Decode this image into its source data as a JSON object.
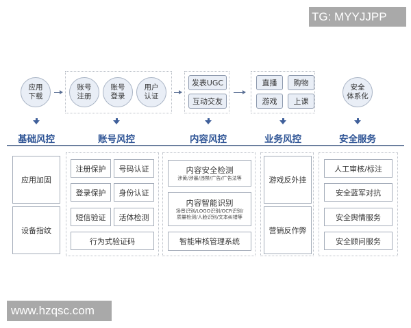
{
  "watermarks": {
    "top_right": "TG: MYYJJPP",
    "bottom_left": "www.hzqsc.com"
  },
  "colors": {
    "category_text": "#2f5596",
    "circle_fill": "#e9eef6",
    "divider": "#6b7f9f"
  },
  "flow": {
    "stage1": {
      "circle": [
        "应用",
        "下载"
      ]
    },
    "stage2": {
      "circles": [
        [
          "账号",
          "注册"
        ],
        [
          "账号",
          "登录"
        ],
        [
          "用户",
          "认证"
        ]
      ]
    },
    "stage3": {
      "pills": [
        "发表UGC",
        "互动交友"
      ]
    },
    "stage4": {
      "pills": [
        "直播",
        "购物",
        "游戏",
        "上课"
      ]
    },
    "stage5": {
      "circle": [
        "安全",
        "体系化"
      ]
    }
  },
  "categories": [
    "基础风控",
    "账号风控",
    "内容风控",
    "业务风控",
    "安全服务"
  ],
  "columns": {
    "basic": [
      "应用加固",
      "设备指纹"
    ],
    "account": {
      "grid": [
        "注册保护",
        "号码认证",
        "登录保护",
        "身份认证",
        "短信验证",
        "活体检测"
      ],
      "wide": "行为式验证码"
    },
    "content": {
      "box1": {
        "title": "内容安全检测",
        "sub": "涉黄/涉暴/违禁/广告/广告法等"
      },
      "box2": {
        "title": "内容智能识别",
        "sub1": "场景识别/LOGO识别/OCR识别/",
        "sub2": "质量检测/人脸识别/文本纠错等"
      },
      "box3": {
        "title": "智能审核管理系统"
      }
    },
    "business": [
      "游戏反外挂",
      "营销反作弊"
    ],
    "service": [
      "人工审核/标注",
      "安全蓝军对抗",
      "安全舆情服务",
      "安全顾问服务"
    ]
  }
}
